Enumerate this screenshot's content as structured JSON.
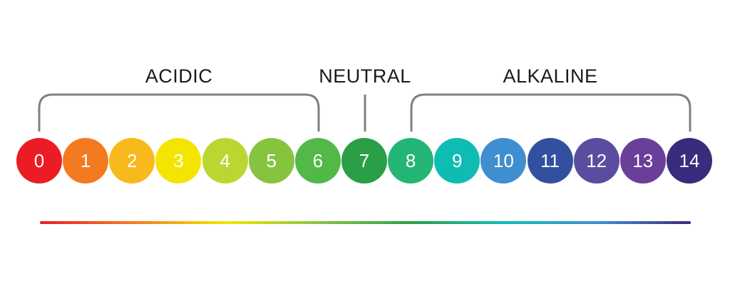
{
  "groups": {
    "acidic": "ACIDIC",
    "neutral": "NEUTRAL",
    "alkaline": "ALKALINE"
  },
  "scale": [
    {
      "value": "0",
      "color": "#ec1c24"
    },
    {
      "value": "1",
      "color": "#f47a20"
    },
    {
      "value": "2",
      "color": "#f8b91c"
    },
    {
      "value": "3",
      "color": "#f3e500"
    },
    {
      "value": "4",
      "color": "#bcd631"
    },
    {
      "value": "5",
      "color": "#86c440"
    },
    {
      "value": "6",
      "color": "#52b848"
    },
    {
      "value": "7",
      "color": "#2a9f47"
    },
    {
      "value": "8",
      "color": "#23b574"
    },
    {
      "value": "9",
      "color": "#0fbcb4"
    },
    {
      "value": "10",
      "color": "#3f8ed0"
    },
    {
      "value": "11",
      "color": "#32509f"
    },
    {
      "value": "12",
      "color": "#5a4c9f"
    },
    {
      "value": "13",
      "color": "#6a3f9a"
    },
    {
      "value": "14",
      "color": "#3a2b7c"
    }
  ],
  "bracket_color": "#808080",
  "spectrum_colors": [
    "#ec1c24",
    "#f47a20",
    "#f3e500",
    "#86c440",
    "#2a9f47",
    "#0fbcb4",
    "#3f8ed0",
    "#3a2b7c"
  ]
}
